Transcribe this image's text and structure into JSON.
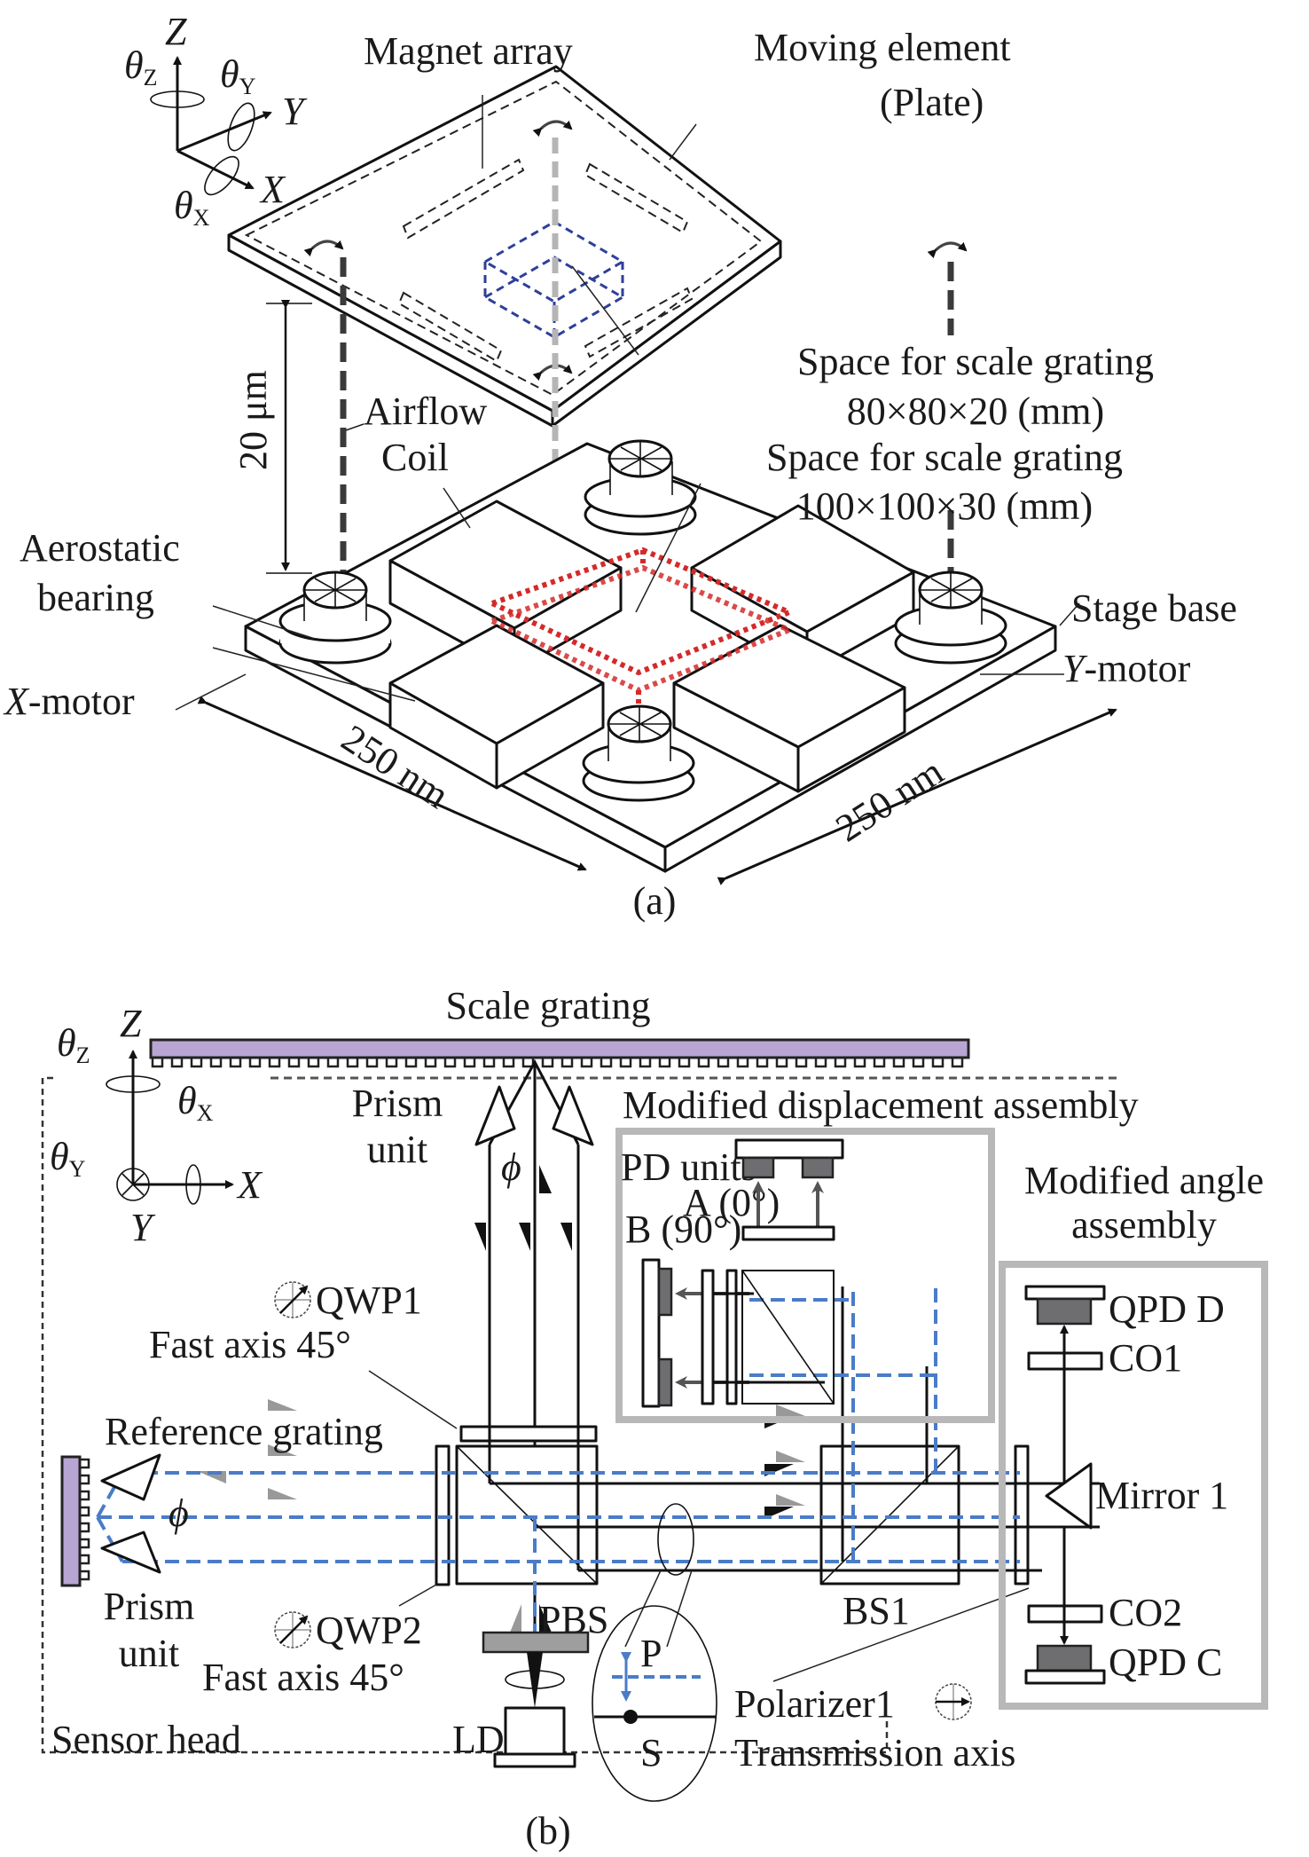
{
  "figure": {
    "panel_a": {
      "caption": "(a)",
      "axes": {
        "z": "Z",
        "y": "Y",
        "x": "X",
        "theta": "θ",
        "sub_z": "Z",
        "sub_y": "Y",
        "sub_x": "X"
      },
      "labels": {
        "magnet_array": "Magnet array",
        "moving_element_1": "Moving element",
        "moving_element_2": "(Plate)",
        "space_small_1": "Space for scale grating",
        "space_small_2": "80×80×20 (mm)",
        "gap": "20 μm",
        "airflow": "Airflow",
        "coil": "Coil",
        "space_large_1": "Space for scale grating",
        "space_large_2": "100×100×30 (mm)",
        "aerostatic_1": "Aerostatic",
        "aerostatic_2": "bearing",
        "stage_base": "Stage base",
        "x_motor_var": "X",
        "x_motor_rest": "-motor",
        "y_motor_var": "Y",
        "y_motor_rest": "-motor",
        "dim_left": "250 nm",
        "dim_right": "250 nm"
      },
      "colors": {
        "grating_space_small": "#2e3f9a",
        "grating_space_large": "#d42a2a",
        "airflow": "#3a3a3a",
        "center_axis": "#b5b5b5"
      }
    },
    "panel_b": {
      "caption": "(b)",
      "axes": {
        "z": "Z",
        "x": "X",
        "y": "Y",
        "theta": "θ",
        "sub_z": "Z",
        "sub_x": "X",
        "sub_y": "Y"
      },
      "labels": {
        "scale_grating": "Scale grating",
        "prism_unit_top_1": "Prism",
        "prism_unit_top_2": "unit",
        "phi": "ϕ",
        "modified_displacement": "Modified displacement assembly",
        "pd_units": "PD units",
        "pd_a": "A (0°)",
        "pd_b": "B (90°)",
        "modified_angle_1": "Modified angle",
        "modified_angle_2": "assembly",
        "qwp1": "QWP1",
        "fast_axis_1": "Fast axis 45°",
        "reference_grating": "Reference grating",
        "qpd_d": "QPD D",
        "co1": "CO1",
        "mirror1": "Mirror 1",
        "prism_unit_left_1": "Prism",
        "prism_unit_left_2": "unit",
        "pbs": "PBS",
        "bs1": "BS1",
        "co2": "CO2",
        "qwp2": "QWP2",
        "fast_axis_2": "Fast axis 45°",
        "p_pol": "P",
        "s_pol": "S",
        "polarizer1": "Polarizer1",
        "qpd_c": "QPD C",
        "sensor_head": "Sensor head",
        "ld": "LD",
        "transmission_axis": "Transmission axis"
      },
      "colors": {
        "grating_fill": "#b9a5d3",
        "reference_beam": "#4a7cc7",
        "assembly_border": "#b8b8b8",
        "detector": "#6e6e70"
      }
    }
  }
}
